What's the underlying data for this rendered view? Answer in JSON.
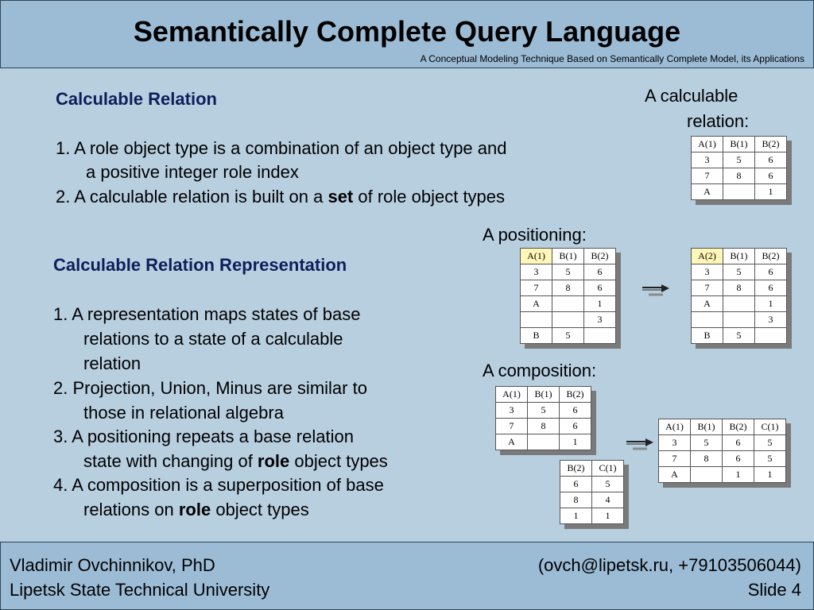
{
  "header": {
    "title": "Semantically Complete Query Language",
    "subtitle": "A Conceptual Modeling Technique Based on Semantically Complete Model, its Applications"
  },
  "section1": {
    "title": "Calculable Relation",
    "lines": [
      "1. A role object type is a combination of an object type and",
      "a positive integer role index",
      "2. A calculable relation is built on a "
    ],
    "bold_word": "set",
    "line3_suffix": " of role object types"
  },
  "section2": {
    "title": "Calculable Relation Representation",
    "lines": [
      "1. A representation maps states of base",
      "relations to a state of a calculable",
      "relation",
      "2. Projection, Union, Minus are similar to",
      "those in relational algebra",
      "3. A positioning repeats a base relation",
      "state with changing of ",
      "4. A composition is a superposition of base",
      "relations on "
    ],
    "bold_word": "role",
    "line7_suffix": " object types",
    "line9_suffix": " object types"
  },
  "labels": {
    "calculable_1": "A calculable",
    "calculable_2": "relation:",
    "positioning": "A positioning:",
    "composition": "A composition:"
  },
  "tables": {
    "calc": [
      [
        "A(1)",
        "B(1)",
        "B(2)"
      ],
      [
        "3",
        "5",
        "6"
      ],
      [
        "7",
        "8",
        "6"
      ],
      [
        "A",
        "",
        "1"
      ]
    ],
    "pos_src": [
      [
        "A(1)",
        "B(1)",
        "B(2)"
      ],
      [
        "3",
        "5",
        "6"
      ],
      [
        "7",
        "8",
        "6"
      ],
      [
        "A",
        "",
        "1"
      ],
      [
        "",
        "",
        "3"
      ],
      [
        "B",
        "5",
        ""
      ]
    ],
    "pos_dst": [
      [
        "A(2)",
        "B(1)",
        "B(2)"
      ],
      [
        "3",
        "5",
        "6"
      ],
      [
        "7",
        "8",
        "6"
      ],
      [
        "A",
        "",
        "1"
      ],
      [
        "",
        "",
        "3"
      ],
      [
        "B",
        "5",
        ""
      ]
    ],
    "comp_a": [
      [
        "A(1)",
        "B(1)",
        "B(2)"
      ],
      [
        "3",
        "5",
        "6"
      ],
      [
        "7",
        "8",
        "6"
      ],
      [
        "A",
        "",
        "1"
      ]
    ],
    "comp_b": [
      [
        "B(2)",
        "C(1)"
      ],
      [
        "6",
        "5"
      ],
      [
        "8",
        "4"
      ],
      [
        "1",
        "1"
      ]
    ],
    "comp_res": [
      [
        "A(1)",
        "B(1)",
        "B(2)",
        "C(1)"
      ],
      [
        "3",
        "5",
        "6",
        "5"
      ],
      [
        "7",
        "8",
        "6",
        "5"
      ],
      [
        "A",
        "",
        "1",
        "1"
      ]
    ]
  },
  "footer": {
    "author": "Vladimir Ovchinnikov, PhD",
    "university": "Lipetsk State Technical University",
    "contact": "(ovch@lipetsk.ru, +79103506044)",
    "slide": "Slide 4"
  }
}
